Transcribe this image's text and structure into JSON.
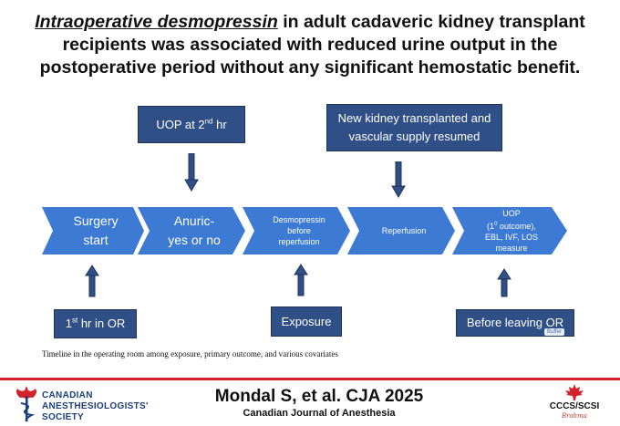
{
  "headline": {
    "emphasis": "Intraoperative desmopressin",
    "rest": " in adult cadaveric kidney transplant recipients was associated with reduced urine output in the postoperative period without any significant hemostatic benefit."
  },
  "top_boxes": [
    {
      "label_prefix": "UOP at 2",
      "label_sup": "nd",
      "label_suffix": " hr"
    },
    {
      "line1": "New kidney transplanted and",
      "line2": "vascular supply resumed"
    }
  ],
  "timeline": [
    {
      "line1": "Surgery",
      "line2": "start"
    },
    {
      "line1": "Anuric-",
      "line2": "yes or no"
    },
    {
      "line1": "Desmopressin",
      "line2": "before",
      "line3": "reperfusion"
    },
    {
      "line1": "Reperfusion"
    },
    {
      "line1": "UOP",
      "line2_prefix": "(1",
      "line2_sup": "0",
      "line2_suffix": " outcome),",
      "line3": "EBL, IVF, LOS",
      "line4": "measure"
    }
  ],
  "bottom_boxes": [
    {
      "label_prefix": "1",
      "label_sup": "st",
      "label_suffix": " hr in OR"
    },
    {
      "label": "Exposure"
    },
    {
      "label": "Before leaving OR"
    }
  ],
  "caption": "Timeline in the operating room among exposure, primary outcome, and various covariates",
  "buffer_badge": "Buffer",
  "footer": {
    "society_line1": "CANADIAN",
    "society_line2": "ANESTHESIOLOGISTS'",
    "society_line3": "SOCIETY",
    "citation": "Mondal S, et al. CJA 2025",
    "journal": "Canadian Journal of Anesthesia",
    "cccs_name": "CCCS/SCSI",
    "cccs_signature": "Brahma"
  },
  "colors": {
    "box_fill": "#2f4f86",
    "chevron_fill": "#3d7ad3",
    "accent_red": "#d3232a"
  }
}
